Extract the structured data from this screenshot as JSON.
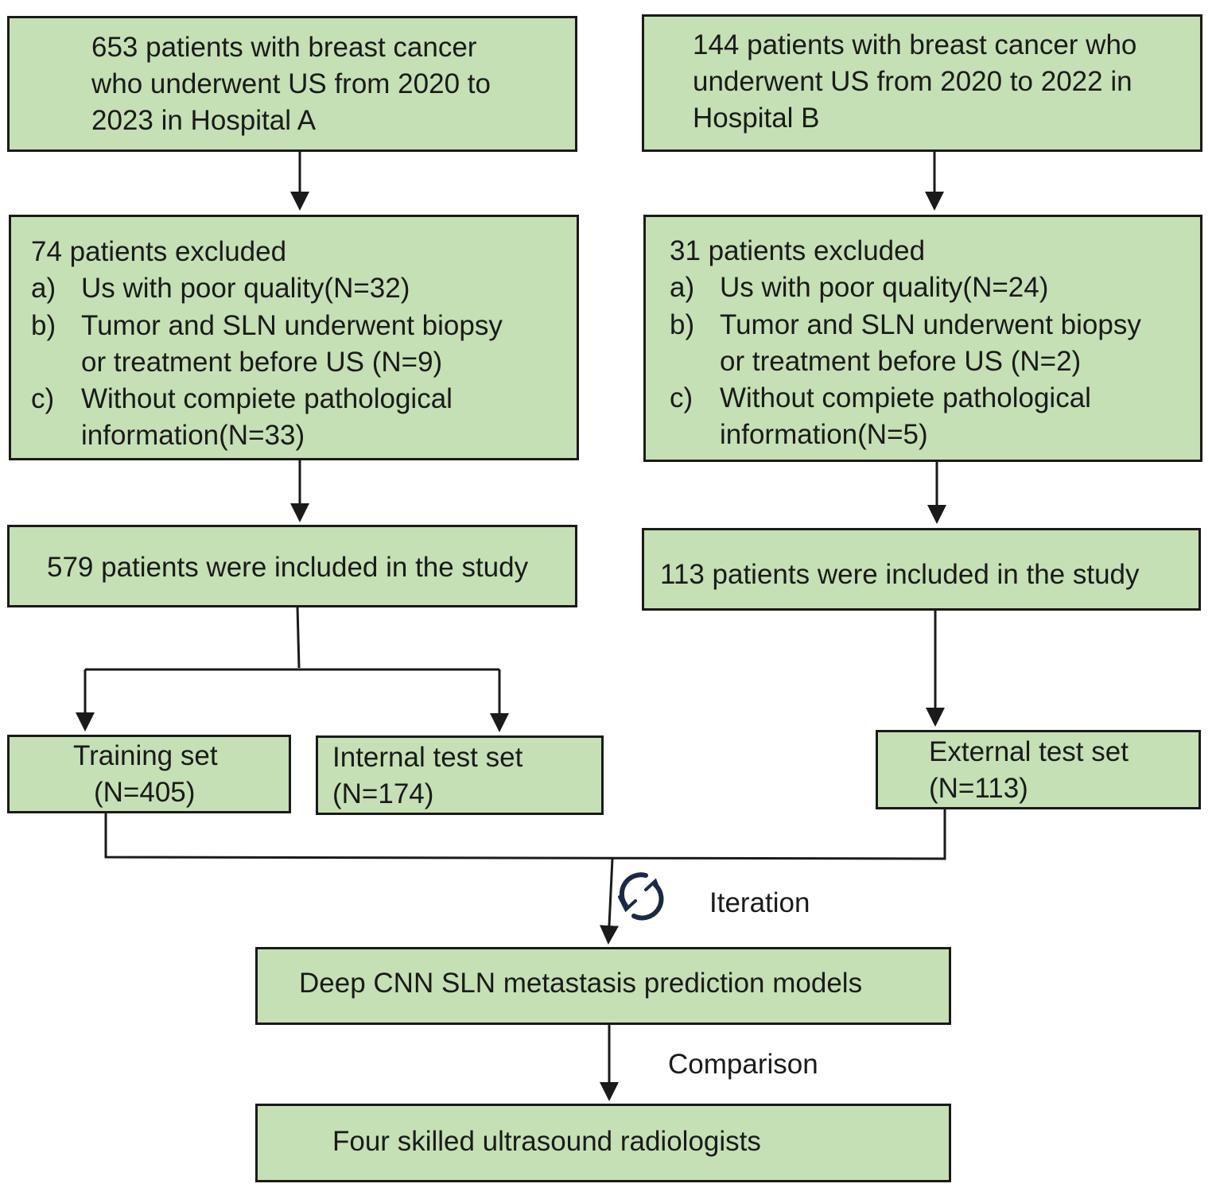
{
  "colors": {
    "box_fill": "#c5e0b4",
    "line": "#1a1a1a"
  },
  "hospital_a": {
    "source": [
      "653 patients with breast cancer",
      "who underwent US from 2020 to",
      "2023 in Hospital A"
    ],
    "excluded": {
      "title": "74 patients excluded",
      "items": [
        {
          "marker": "a)",
          "lines": [
            "Us with poor quality(N=32)"
          ]
        },
        {
          "marker": "b)",
          "lines": [
            "Tumor and SLN underwent biopsy",
            "or treatment before US (N=9)"
          ]
        },
        {
          "marker": "c)",
          "lines": [
            "Without compiete pathological",
            "information(N=33)"
          ]
        }
      ]
    },
    "included": "579 patients were included in the study",
    "training": [
      "Training set",
      "(N=405)"
    ],
    "internal": [
      "Internal test set",
      "(N=174)"
    ]
  },
  "hospital_b": {
    "source": [
      "144 patients with breast cancer who",
      "underwent US from 2020 to 2022 in",
      "Hospital B"
    ],
    "excluded": {
      "title": "31 patients excluded",
      "items": [
        {
          "marker": "a)",
          "lines": [
            "Us with poor quality(N=24)"
          ]
        },
        {
          "marker": "b)",
          "lines": [
            "Tumor and SLN underwent biopsy",
            "or treatment before US (N=2)"
          ]
        },
        {
          "marker": "c)",
          "lines": [
            "Without compiete pathological",
            "information(N=5)"
          ]
        }
      ]
    },
    "included": "113 patients were included in the study",
    "external": [
      "External test set",
      "(N=113)"
    ]
  },
  "model": "Deep CNN SLN metastasis prediction models",
  "radiologists": "Four skilled ultrasound radiologists",
  "labels": {
    "iteration": "Iteration",
    "comparison": "Comparison"
  },
  "icons": {
    "iteration": "refresh-cycle-icon"
  }
}
